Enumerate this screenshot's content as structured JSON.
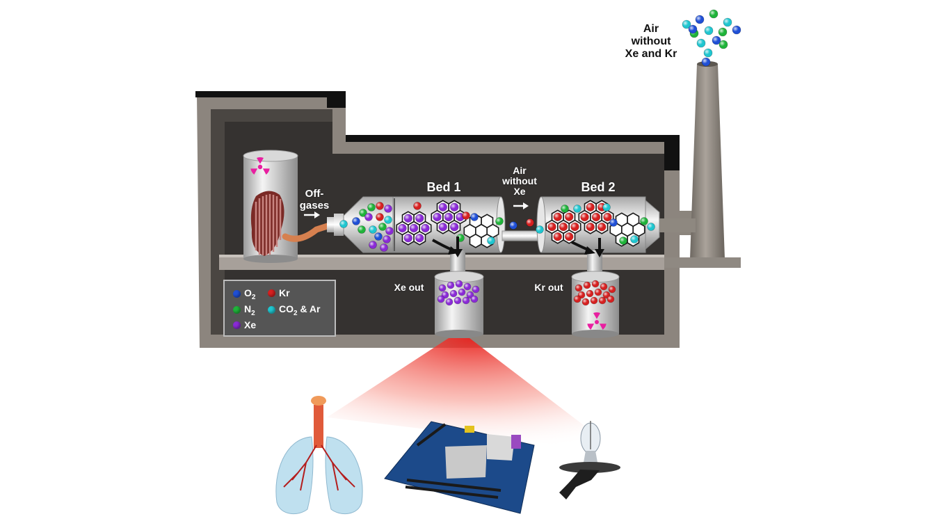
{
  "labels": {
    "offgases": "Off-\ngases",
    "bed1": "Bed 1",
    "bed2": "Bed 2",
    "air_without_xe": "Air\nwithout\nXe",
    "air_without_xe_kr": "Air\nwithout\nXe and Kr",
    "xe_out": "Xe out",
    "kr_out": "Kr out"
  },
  "legend": {
    "o2": {
      "base": "O",
      "sub": "2",
      "color": "#1f4fd6"
    },
    "kr": {
      "base": "Kr",
      "sub": "",
      "color": "#d62020"
    },
    "n2": {
      "base": "N",
      "sub": "2",
      "color": "#1fb33a"
    },
    "co2_ar": {
      "base": "CO",
      "sub": "2",
      "tail": " & Ar",
      "color": "#1fc6d0"
    },
    "xe": {
      "base": "Xe",
      "sub": "",
      "color": "#8a2ad6"
    }
  },
  "icons": [
    "radiation-icon",
    "lungs-icon",
    "motherboard-icon",
    "light-bulb-icon",
    "arrow-right-icon"
  ]
}
